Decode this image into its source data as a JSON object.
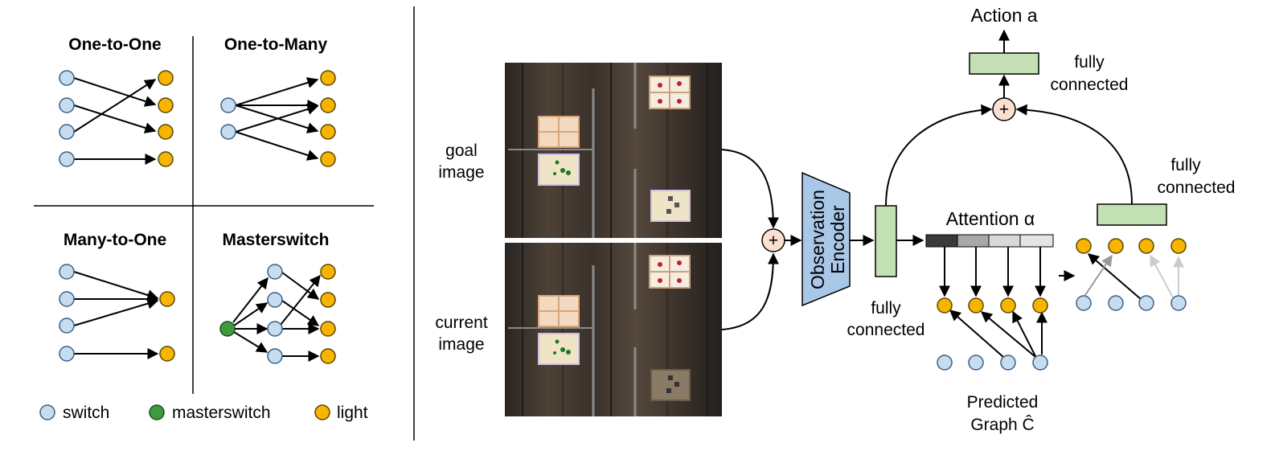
{
  "panels": {
    "one_to_one": "One-to-One",
    "one_to_many": "One-to-Many",
    "many_to_one": "Many-to-One",
    "masterswitch": "Masterswitch"
  },
  "legend": {
    "switch": "switch",
    "masterswitch": "masterswitch",
    "light": "light"
  },
  "images": {
    "goal_line1": "goal",
    "goal_line2": "image",
    "current_line1": "current",
    "current_line2": "image"
  },
  "network": {
    "encoder_line1": "Observation",
    "encoder_line2": "Encoder",
    "fc_line1": "fully",
    "fc_line2": "connected",
    "attention": "Attention α",
    "action": "Action a",
    "predicted_line1": "Predicted",
    "predicted_line2": "Graph Ĉ",
    "plus": "+"
  },
  "colors": {
    "switch": "#c6dcef",
    "light": "#f7b500",
    "masterswitch": "#3f9a3f",
    "fully_connected": "#c4e0b5",
    "sum_node": "#fbe0d0",
    "encoder": "#a9c8e8"
  }
}
